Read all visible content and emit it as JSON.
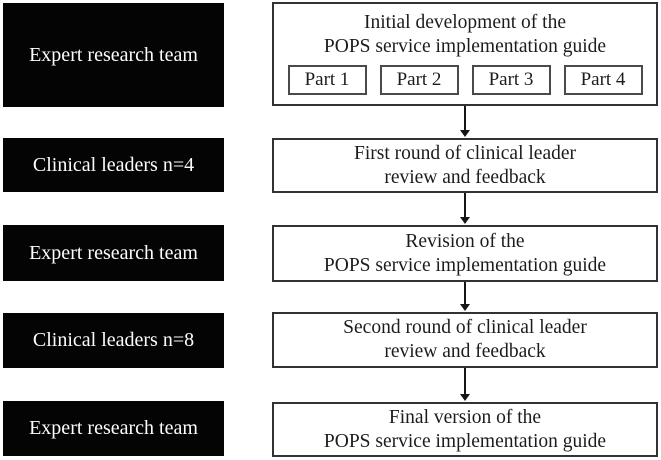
{
  "colors": {
    "background": "#ffffff",
    "box_fill": "#040404",
    "box_text": "#fdfdfd",
    "step_border": "#323232",
    "part_border": "#4a4a4a",
    "text": "#1c1c1c",
    "arrow": "#161616"
  },
  "left_column": {
    "items": [
      {
        "label": "Expert research team"
      },
      {
        "label": "Clinical leaders n=4"
      },
      {
        "label": "Expert research team"
      },
      {
        "label": "Clinical leaders n=8"
      },
      {
        "label": "Expert research team"
      }
    ]
  },
  "flow": {
    "steps": [
      {
        "lines": [
          "Initial development of the",
          "POPS service implementation guide"
        ],
        "parts": [
          "Part 1",
          "Part 2",
          "Part 3",
          "Part 4"
        ]
      },
      {
        "lines": [
          "First round of clinical leader",
          "review and feedback"
        ]
      },
      {
        "lines": [
          "Revision of the",
          "POPS service implementation guide"
        ]
      },
      {
        "lines": [
          "Second round of clinical leader",
          "review and feedback"
        ]
      },
      {
        "lines": [
          "Final version of the",
          "POPS service implementation guide"
        ]
      }
    ]
  }
}
